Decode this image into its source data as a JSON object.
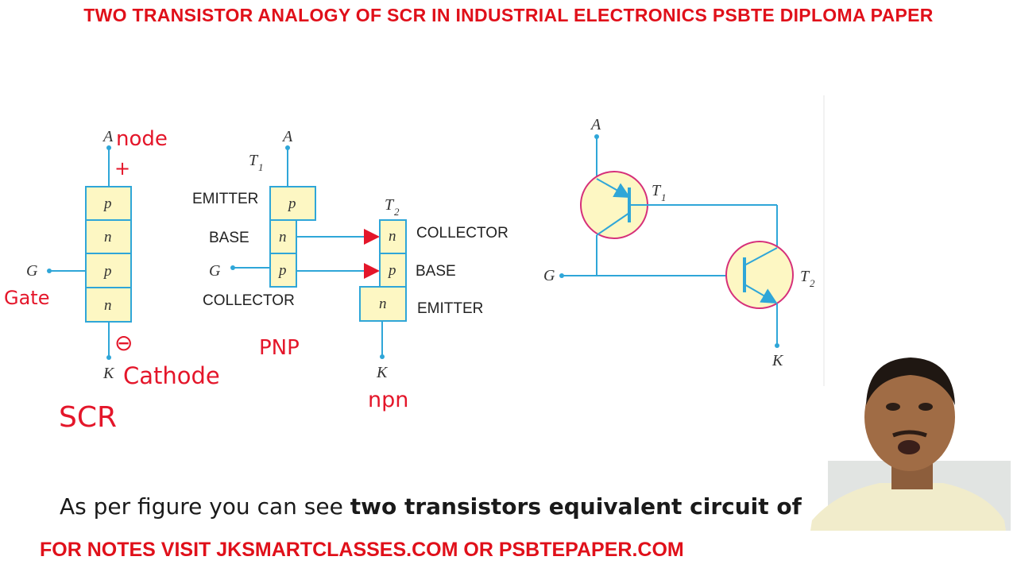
{
  "title": "TWO TRANSISTOR ANALOGY OF SCR IN INDUSTRIAL ELECTRONICS PSBTE DIPLOMA PAPER",
  "footer": "FOR NOTES VISIT JKSMARTCLASSES.COM OR PSBTEPAPER.COM",
  "caption": {
    "part1": "As per figure you can  see ",
    "part2": "two transistors equivalent circuit of"
  },
  "colors": {
    "title_red": "#e0101a",
    "layer_fill": "#fdf7c3",
    "wire_blue": "#2fa6d8",
    "transistor_circle": "#d6307a"
  },
  "scr": {
    "anode_letter": "A",
    "cathode_letter": "K",
    "gate_letter": "G",
    "layers": [
      "p",
      "n",
      "p",
      "n"
    ]
  },
  "split": {
    "t1_label": "T",
    "t1_sub": "1",
    "t2_label": "T",
    "t2_sub": "2",
    "anode_letter": "A",
    "cathode_letter": "K",
    "gate_letter": "G",
    "pnp_layers": [
      "p",
      "n",
      "p"
    ],
    "npn_layers": [
      "n",
      "p",
      "n"
    ],
    "emitter_left": "EMITTER",
    "base_left": "BASE",
    "collector_left": "COLLECTOR",
    "collector_right": "COLLECTOR",
    "base_right": "BASE",
    "emitter_right": "EMITTER"
  },
  "circuit": {
    "anode_letter": "A",
    "cathode_letter": "K",
    "gate_letter": "G",
    "t1_label": "T",
    "t1_sub": "1",
    "t2_label": "T",
    "t2_sub": "2"
  },
  "handwriting": {
    "anode": "node",
    "plus": "+",
    "gate": "Gate",
    "minus": "⊖",
    "cathode": "Cathode",
    "scr": "SCR",
    "pnp": "PNP",
    "npn": "npn"
  }
}
